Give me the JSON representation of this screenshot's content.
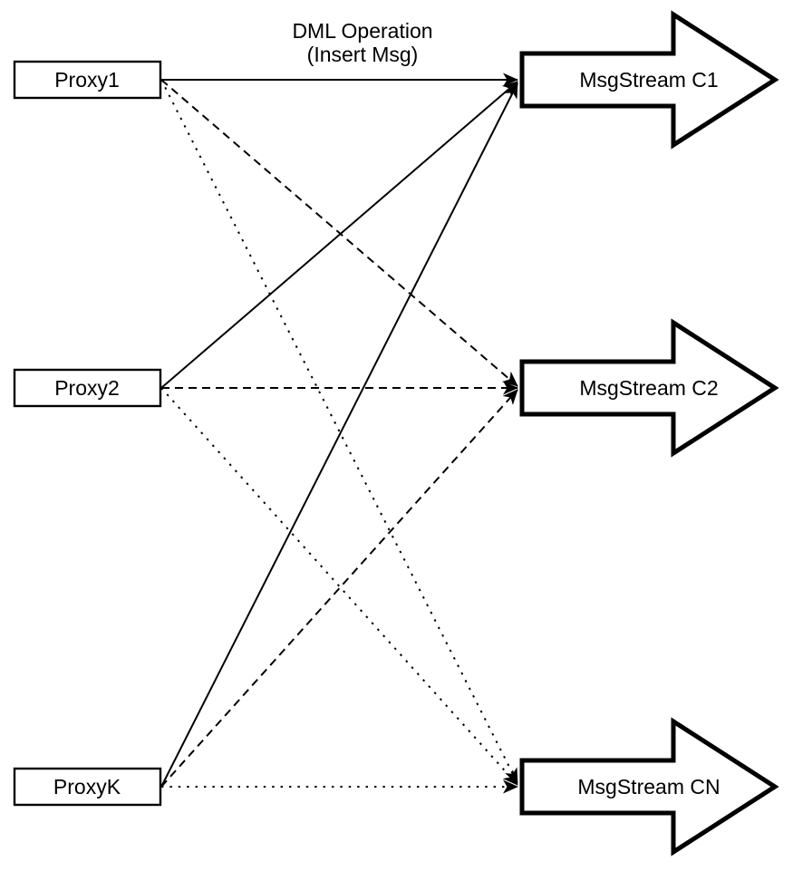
{
  "diagram": {
    "title": {
      "line1": "DML Operation",
      "line2": "(Insert Msg)"
    },
    "proxies": [
      {
        "label": "Proxy1"
      },
      {
        "label": "Proxy2"
      },
      {
        "label": "ProxyK"
      }
    ],
    "streams": [
      {
        "label": "MsgStream C1",
        "line_style": "solid"
      },
      {
        "label": "MsgStream C2",
        "line_style": "dashed"
      },
      {
        "label": "MsgStream CN",
        "line_style": "dotted"
      }
    ],
    "edges": [
      {
        "from": "Proxy1",
        "to": "MsgStream C1",
        "style": "solid"
      },
      {
        "from": "Proxy2",
        "to": "MsgStream C1",
        "style": "solid"
      },
      {
        "from": "ProxyK",
        "to": "MsgStream C1",
        "style": "solid"
      },
      {
        "from": "Proxy1",
        "to": "MsgStream C2",
        "style": "dashed"
      },
      {
        "from": "Proxy2",
        "to": "MsgStream C2",
        "style": "dashed"
      },
      {
        "from": "ProxyK",
        "to": "MsgStream C2",
        "style": "dashed"
      },
      {
        "from": "Proxy1",
        "to": "MsgStream CN",
        "style": "dotted"
      },
      {
        "from": "Proxy2",
        "to": "MsgStream CN",
        "style": "dotted"
      },
      {
        "from": "ProxyK",
        "to": "MsgStream CN",
        "style": "dotted"
      }
    ],
    "colors": {
      "stroke": "#000000",
      "fill": "#ffffff",
      "background": "#ffffff"
    }
  }
}
